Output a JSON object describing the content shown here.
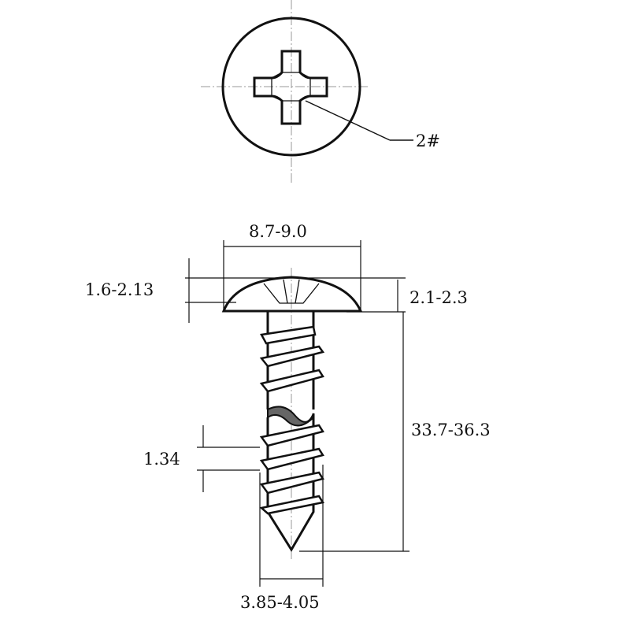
{
  "drawing": {
    "labels": {
      "drive_size": "2#",
      "head_diameter": "8.7-9.0",
      "head_height": "1.6-2.13",
      "head_thickness": "2.1-2.3",
      "length": "33.7-36.3",
      "thread_pitch": "1.34",
      "thread_diameter": "3.85-4.05"
    },
    "colors": {
      "line": "#111111",
      "centerline": "#999999"
    }
  }
}
